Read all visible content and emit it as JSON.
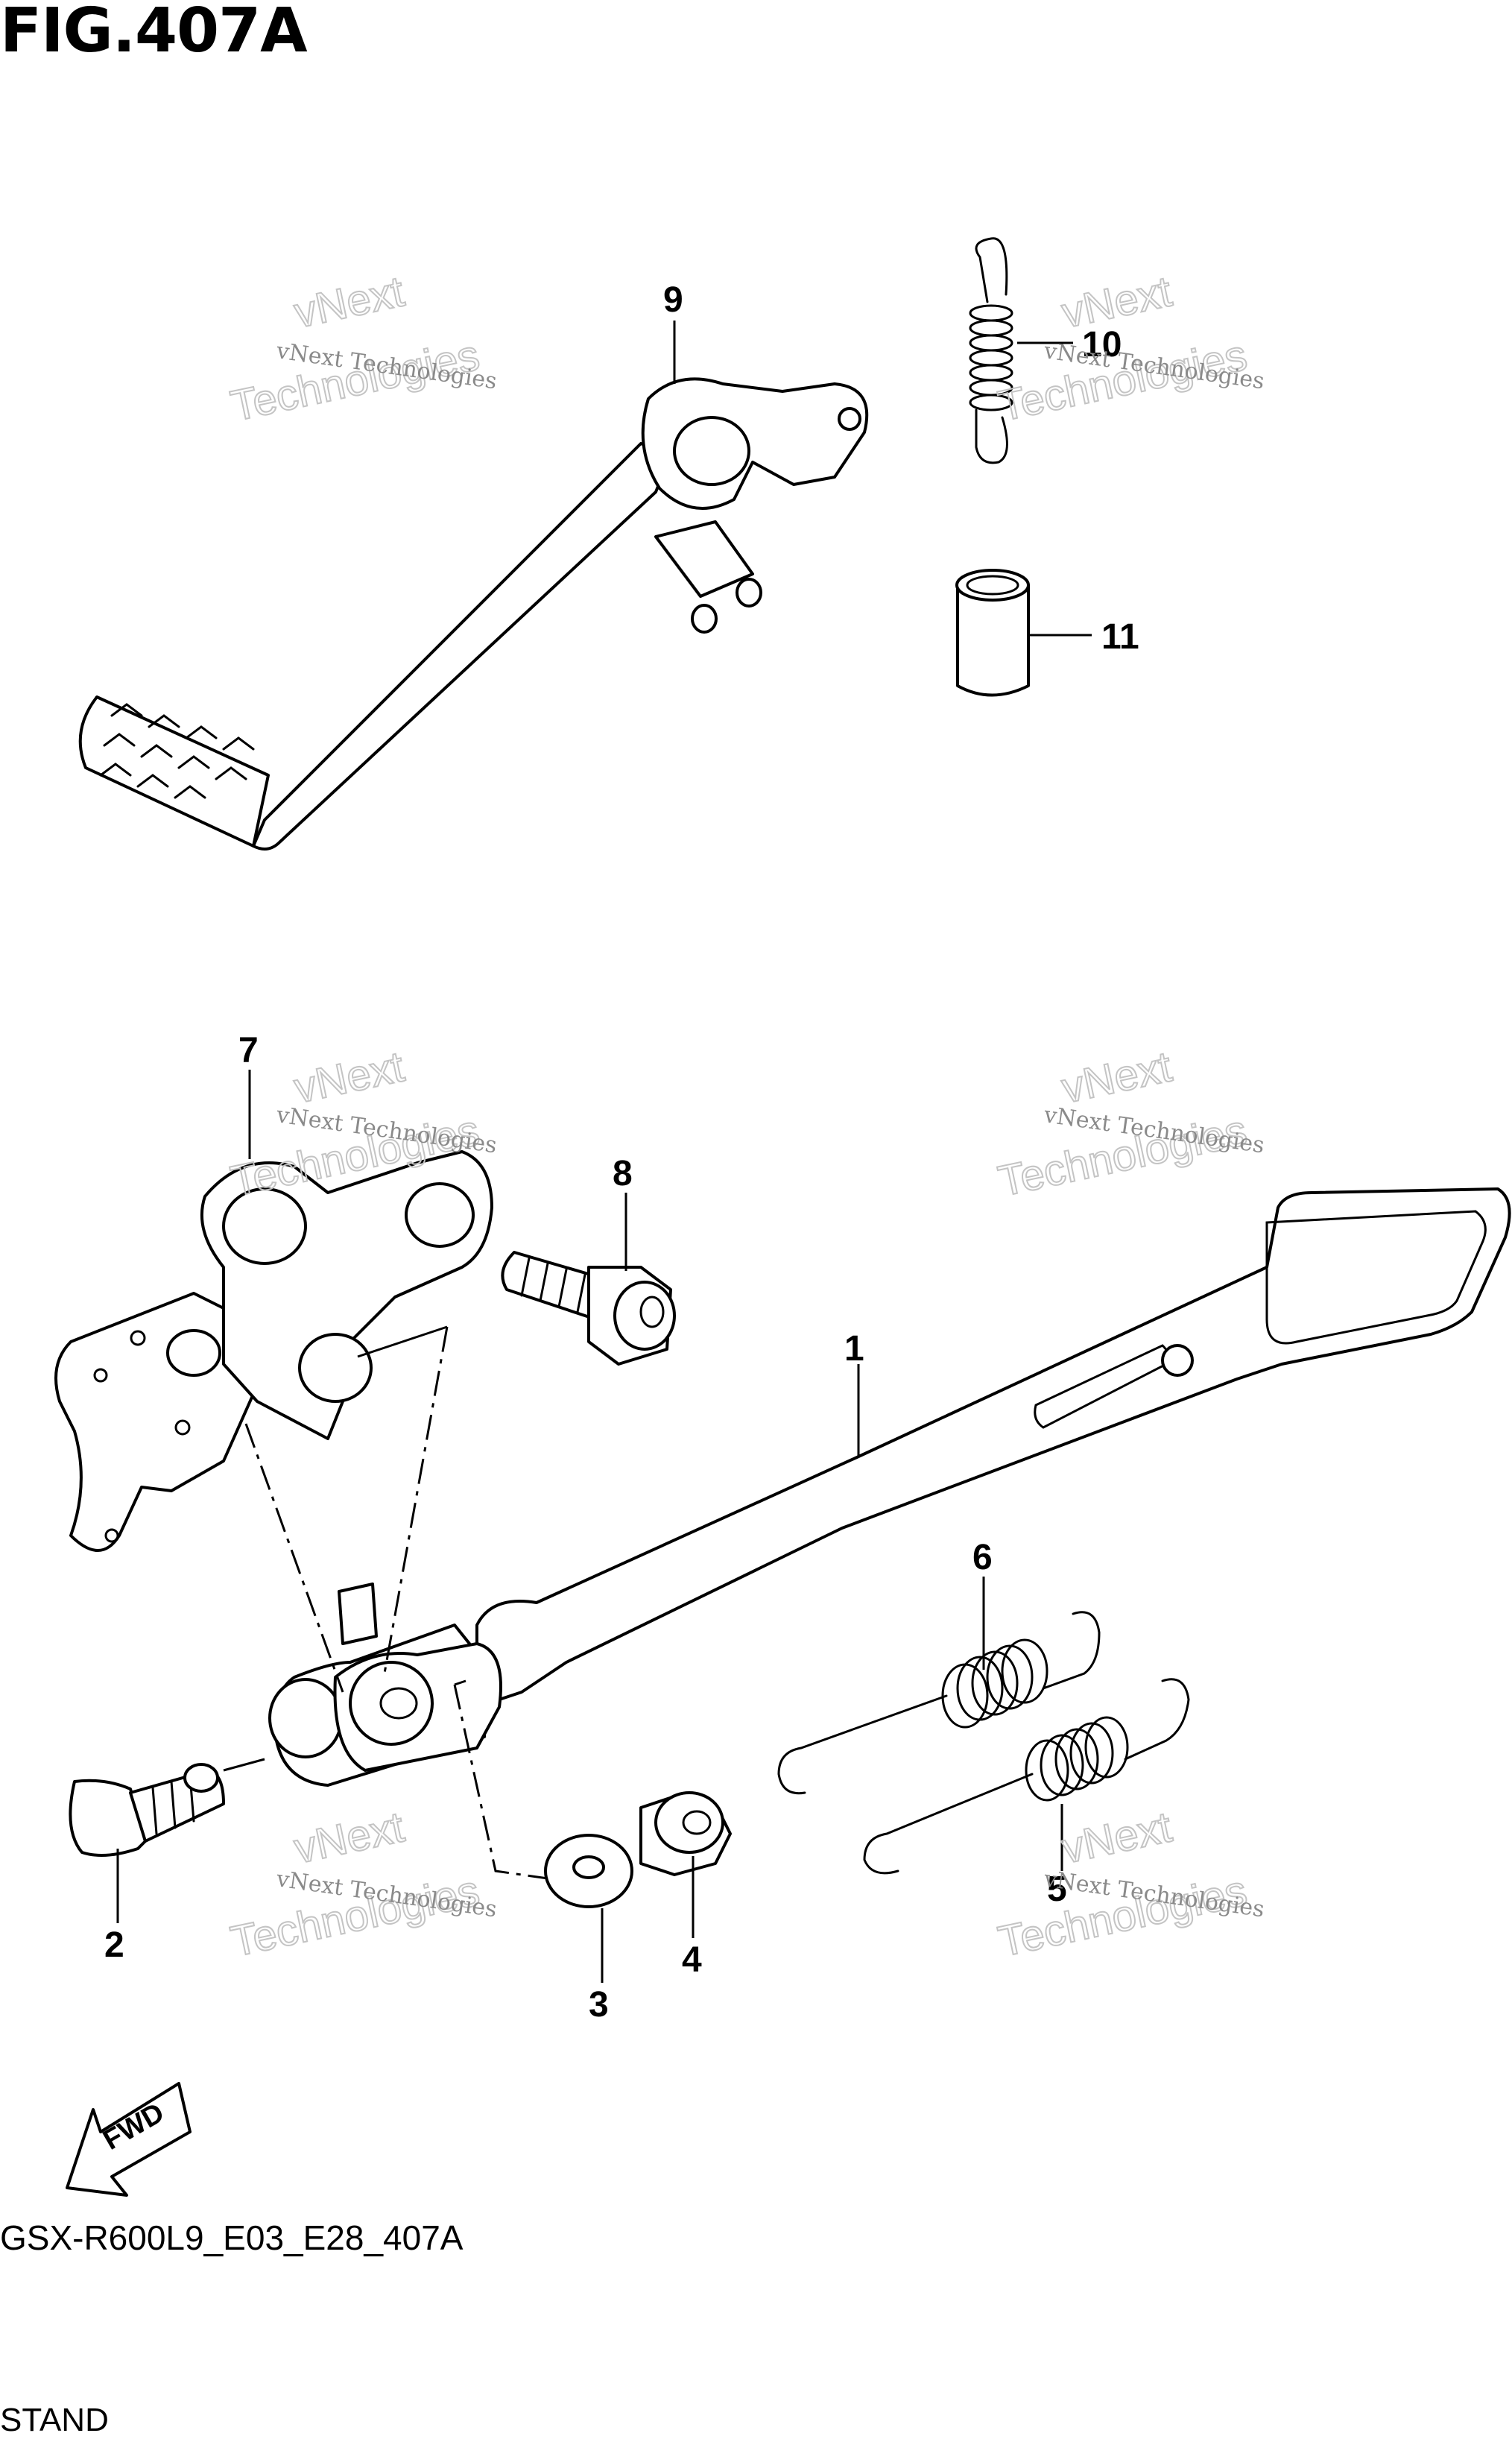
{
  "figure": {
    "title": "FIG.407A",
    "code": "GSX-R600L9_E03_E28_407A",
    "section": "STAND"
  },
  "callouts": [
    "1",
    "2",
    "3",
    "4",
    "5",
    "6",
    "7",
    "8",
    "9",
    "10",
    "11"
  ],
  "watermark": {
    "line1": "vNext Technologies",
    "line2": "vNext",
    "line3": "Technologies"
  },
  "fwd_label": "FWD"
}
